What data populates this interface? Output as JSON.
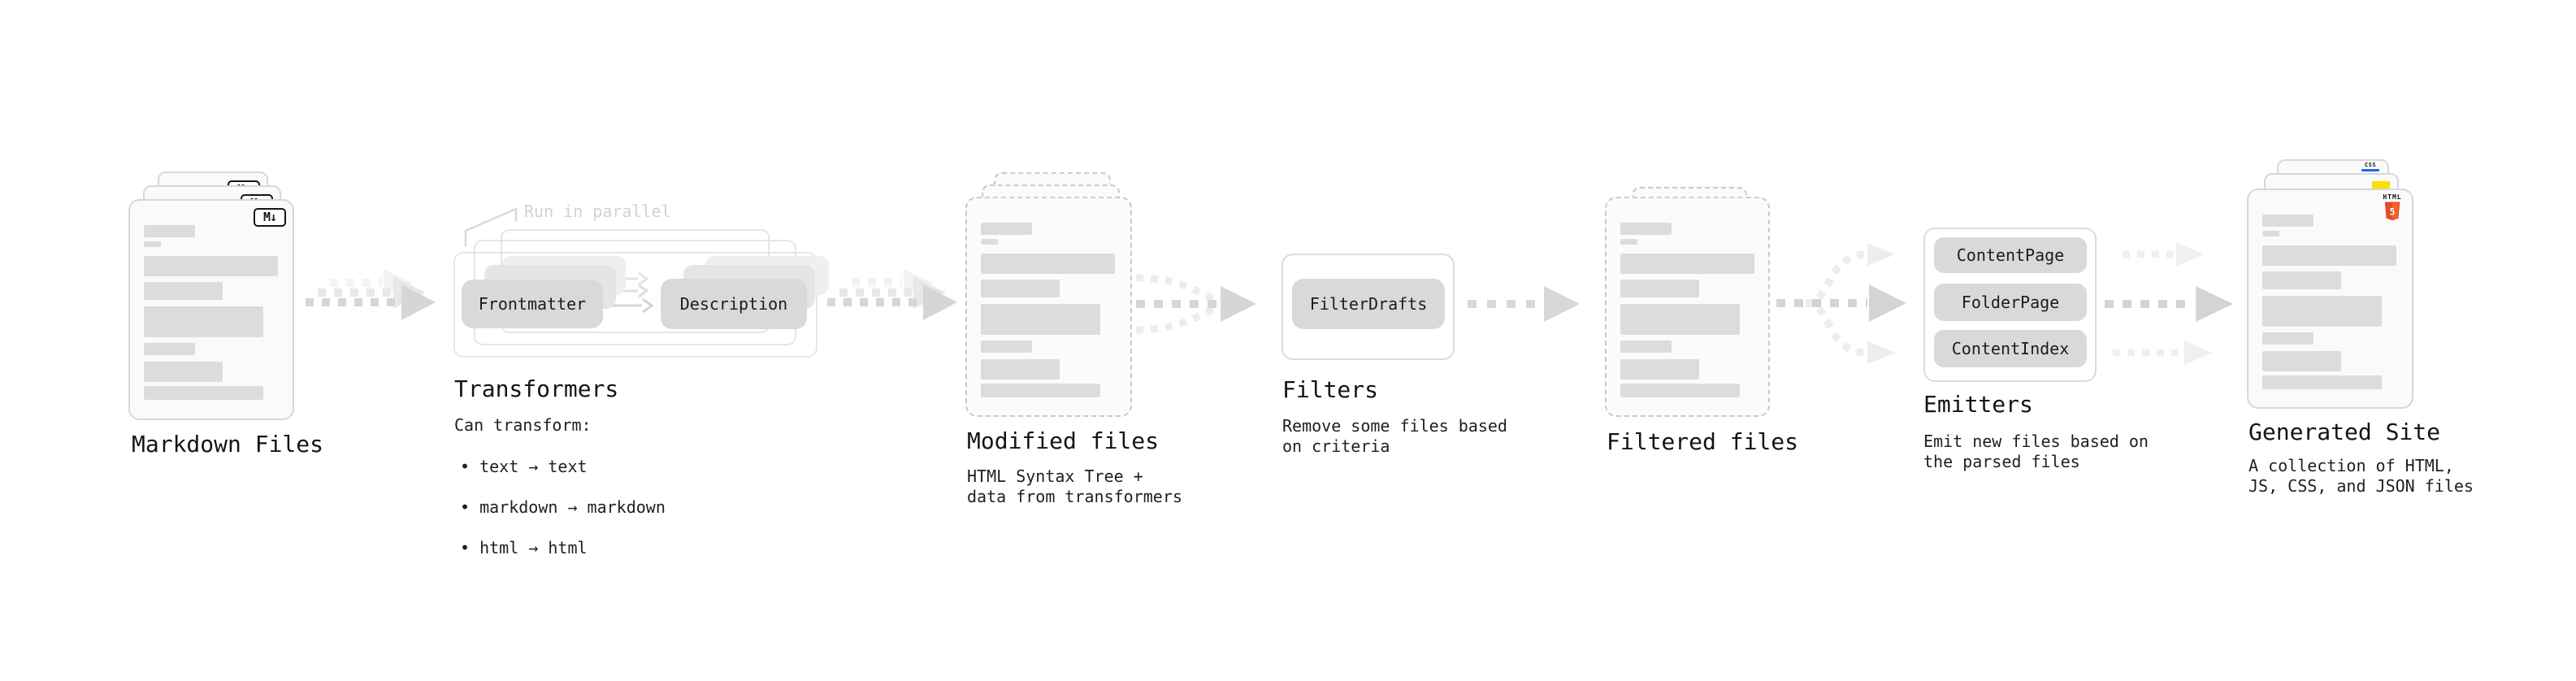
{
  "markdown_files": {
    "label": "Markdown Files",
    "badge": "M↓"
  },
  "transformers": {
    "callout": "Run in parallel",
    "step1": "Frontmatter",
    "step2": "Description",
    "label": "Transformers",
    "desc_title": "Can transform:",
    "bullets": [
      "text → text",
      "markdown → markdown",
      "html → html"
    ]
  },
  "modified_files": {
    "label": "Modified files",
    "desc": "HTML Syntax Tree +\ndata from transformers"
  },
  "filters": {
    "step": "FilterDrafts",
    "label": "Filters",
    "desc": "Remove some files based\non criteria"
  },
  "filtered_files": {
    "label": "Filtered files"
  },
  "emitters": {
    "steps": [
      "ContentPage",
      "FolderPage",
      "ContentIndex"
    ],
    "label": "Emitters",
    "desc": "Emit new files based on\nthe parsed files"
  },
  "generated_site": {
    "label": "Generated Site",
    "desc": "A collection of HTML,\nJS, CSS, and JSON files",
    "html5_text": "HTML",
    "html5_number": "5",
    "css_text": "CSS"
  },
  "colors": {
    "html5_orange": "#e44d26",
    "html5_orange_light": "#f16529",
    "js_yellow": "#ffdf00",
    "css_blue": "#2563eb",
    "arrow_gray": "#d6d6d6",
    "button_gray": "#d9d9d9",
    "bar_gray": "#dcdcdc",
    "label_black": "#141414"
  },
  "skeleton_bars": [
    {
      "w": 63,
      "h": 15,
      "mt": 30
    },
    {
      "w": 21,
      "h": 7,
      "mt": 5
    },
    {
      "w": 165,
      "h": 25,
      "mt": 11
    },
    {
      "w": 97,
      "h": 22,
      "mt": 7
    },
    {
      "w": 147,
      "h": 38,
      "mt": 8
    },
    {
      "w": 63,
      "h": 15,
      "mt": 7
    },
    {
      "w": 97,
      "h": 25,
      "mt": 8
    },
    {
      "w": 147,
      "h": 17,
      "mt": 5
    }
  ]
}
